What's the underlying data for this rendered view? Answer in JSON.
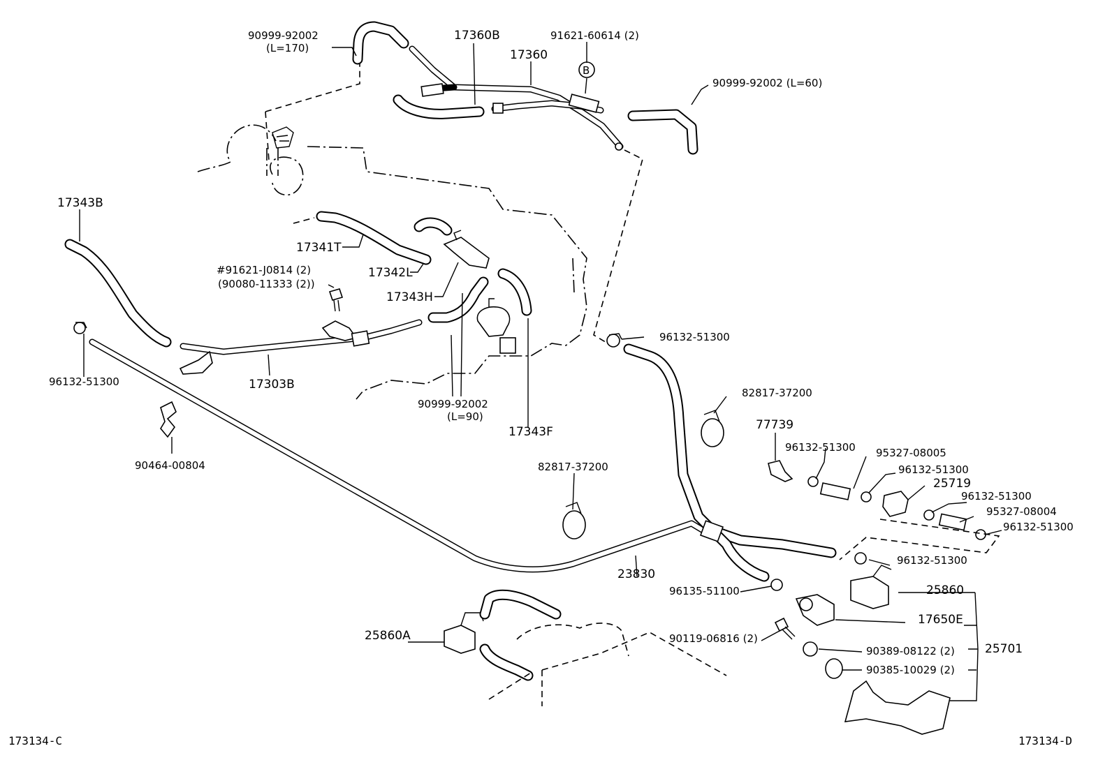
{
  "diagram": {
    "labels": {
      "p90999_92002_top": "90999-92002",
      "p90999_92002_top_len": "(L=170)",
      "p17360b": "17360B",
      "p91621_60614": "91621-60614 (2)",
      "p17360": "17360",
      "marker_b": "B",
      "p90999_92002_right": "90999-92002 (L=60)",
      "p17343b": "17343B",
      "p17341t": "17341T",
      "p17342l": "17342L",
      "p91621_j0814": "#91621-J0814 (2)",
      "p90080_11333": "(90080-11333 (2))",
      "p17343h": "17343H",
      "p96132_51300_top": "96132-51300",
      "p96132_51300_left": "96132-51300",
      "p17303b": "17303B",
      "p90999_92002_mid": "90999-92002",
      "p90999_92002_mid_len": "(L=90)",
      "p17343f": "17343F",
      "p82817_37200_right": "82817-37200",
      "p90464_00804": "90464-00804",
      "p77739": "77739",
      "p96132_51300_a": "96132-51300",
      "p95327_08005": "95327-08005",
      "p96132_51300_b": "96132-51300",
      "p82817_37200_mid": "82817-37200",
      "p25719": "25719",
      "p96132_51300_c": "96132-51300",
      "p95327_08004": "95327-08004",
      "p96132_51300_d": "96132-51300",
      "p96132_51300_e": "96132-51300",
      "p23830": "23830",
      "p96135_51100": "96135-51100",
      "p25860": "25860",
      "p17650e": "17650E",
      "p25860a": "25860A",
      "p90119_06816": "90119-06816 (2)",
      "p90389_08122": "90389-08122 (2)",
      "p25701": "25701",
      "p90385_10029": "90385-10029 (2)",
      "code_left": "173134-C",
      "code_right": "173134-D"
    }
  }
}
